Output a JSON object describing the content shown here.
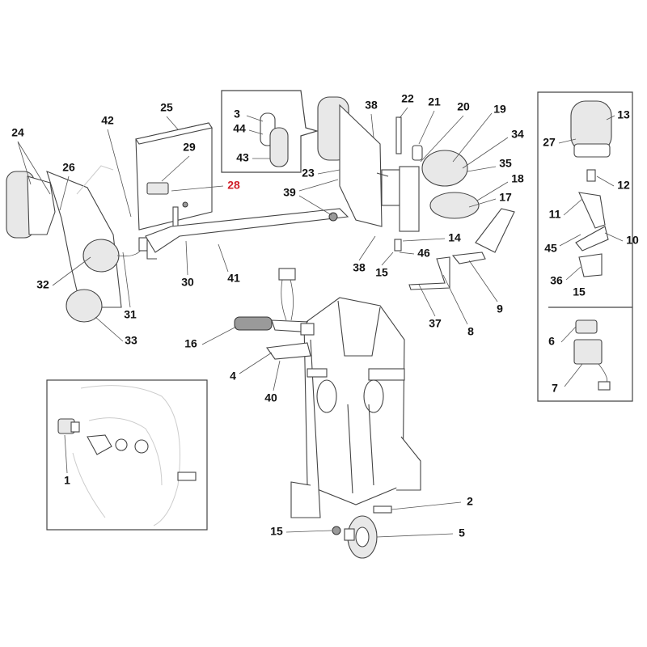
{
  "callouts": [
    "24",
    "26",
    "42",
    "25",
    "29",
    "28",
    "3",
    "44",
    "43",
    "38",
    "22",
    "21",
    "20",
    "19",
    "34",
    "35",
    "18",
    "17",
    "23",
    "39",
    "14",
    "46",
    "15",
    "38",
    "32",
    "31",
    "30",
    "41",
    "33",
    "16",
    "4",
    "40",
    "37",
    "8",
    "9",
    "13",
    "27",
    "12",
    "11",
    "45",
    "10",
    "36",
    "15",
    "6",
    "7",
    "1",
    "2",
    "15",
    "5"
  ],
  "highlighted_part": "28",
  "colors": {
    "highlight": "#d0202a",
    "line": "#444444"
  }
}
